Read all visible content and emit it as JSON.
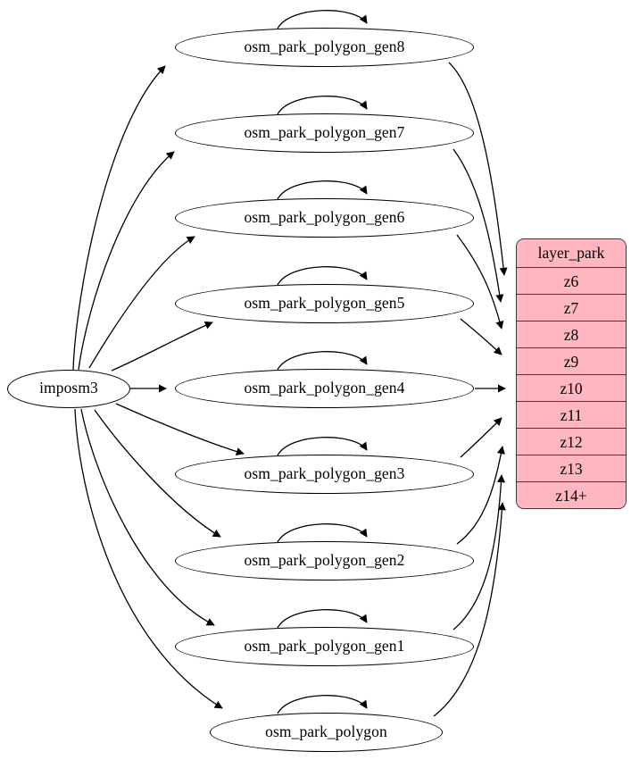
{
  "diagram": {
    "type": "directed-graph",
    "title": "",
    "source_node": {
      "label": "imposm3",
      "shape": "ellipse"
    },
    "process_nodes": [
      {
        "label": "osm_park_polygon_gen8",
        "shape": "ellipse",
        "self_loop": true
      },
      {
        "label": "osm_park_polygon_gen7",
        "shape": "ellipse",
        "self_loop": true
      },
      {
        "label": "osm_park_polygon_gen6",
        "shape": "ellipse",
        "self_loop": true
      },
      {
        "label": "osm_park_polygon_gen5",
        "shape": "ellipse",
        "self_loop": true
      },
      {
        "label": "osm_park_polygon_gen4",
        "shape": "ellipse",
        "self_loop": true
      },
      {
        "label": "osm_park_polygon_gen3",
        "shape": "ellipse",
        "self_loop": true
      },
      {
        "label": "osm_park_polygon_gen2",
        "shape": "ellipse",
        "self_loop": true
      },
      {
        "label": "osm_park_polygon_gen1",
        "shape": "ellipse",
        "self_loop": true
      },
      {
        "label": "osm_park_polygon",
        "shape": "ellipse",
        "self_loop": true
      }
    ],
    "layer_table": {
      "header": "layer_park",
      "fill_color": "#ffb6c1",
      "border_color": "#3d3d3d",
      "rows": [
        {
          "label": "z6"
        },
        {
          "label": "z7"
        },
        {
          "label": "z8"
        },
        {
          "label": "z9"
        },
        {
          "label": "z10"
        },
        {
          "label": "z11"
        },
        {
          "label": "z12"
        },
        {
          "label": "z13"
        },
        {
          "label": "z14+"
        }
      ]
    },
    "edges": [
      {
        "from": "imposm3",
        "to": "osm_park_polygon_gen8"
      },
      {
        "from": "imposm3",
        "to": "osm_park_polygon_gen7"
      },
      {
        "from": "imposm3",
        "to": "osm_park_polygon_gen6"
      },
      {
        "from": "imposm3",
        "to": "osm_park_polygon_gen5"
      },
      {
        "from": "imposm3",
        "to": "osm_park_polygon_gen4"
      },
      {
        "from": "imposm3",
        "to": "osm_park_polygon_gen3"
      },
      {
        "from": "imposm3",
        "to": "osm_park_polygon_gen2"
      },
      {
        "from": "imposm3",
        "to": "osm_park_polygon_gen1"
      },
      {
        "from": "imposm3",
        "to": "osm_park_polygon"
      },
      {
        "from": "osm_park_polygon_gen8",
        "to": "z6"
      },
      {
        "from": "osm_park_polygon_gen7",
        "to": "z7"
      },
      {
        "from": "osm_park_polygon_gen6",
        "to": "z8"
      },
      {
        "from": "osm_park_polygon_gen5",
        "to": "z9"
      },
      {
        "from": "osm_park_polygon_gen4",
        "to": "z10"
      },
      {
        "from": "osm_park_polygon_gen3",
        "to": "z11"
      },
      {
        "from": "osm_park_polygon_gen2",
        "to": "z12"
      },
      {
        "from": "osm_park_polygon_gen1",
        "to": "z13"
      },
      {
        "from": "osm_park_polygon",
        "to": "z14+"
      }
    ]
  }
}
